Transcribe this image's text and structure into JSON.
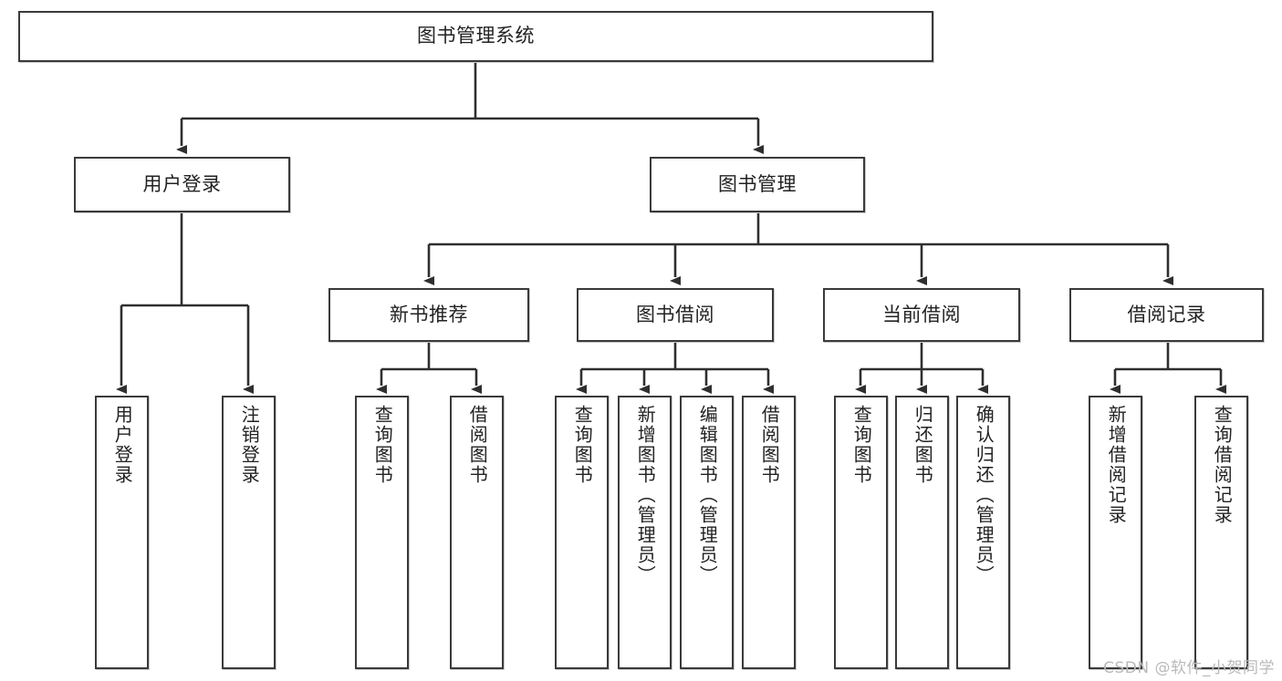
{
  "diagram": {
    "title": "图书管理系统",
    "watermark": "CSDN @软件_小贺同学",
    "colors": {
      "stroke": "#3a3a3a",
      "fill": "#ffffff",
      "text": "#222222",
      "watermark": "#b9b9b9"
    },
    "root": {
      "label": "图书管理系统"
    },
    "level1": [
      {
        "label": "用户登录"
      },
      {
        "label": "图书管理"
      }
    ],
    "level2": [
      {
        "label": "新书推荐"
      },
      {
        "label": "图书借阅"
      },
      {
        "label": "当前借阅"
      },
      {
        "label": "借阅记录"
      }
    ],
    "leaves": {
      "user_login": [
        {
          "label": "用户登录"
        },
        {
          "label": "注销登录"
        }
      ],
      "new_book_recommend": [
        {
          "label": "查询图书"
        },
        {
          "label": "借阅图书"
        }
      ],
      "book_borrow": [
        {
          "label": "查询图书"
        },
        {
          "label": "新增图书（管理员）"
        },
        {
          "label": "编辑图书（管理员）"
        },
        {
          "label": "借阅图书"
        }
      ],
      "current_borrow": [
        {
          "label": "查询图书"
        },
        {
          "label": "归还图书"
        },
        {
          "label": "确认归还（管理员）"
        }
      ],
      "borrow_record": [
        {
          "label": "新增借阅记录"
        },
        {
          "label": "查询借阅记录"
        }
      ]
    }
  }
}
